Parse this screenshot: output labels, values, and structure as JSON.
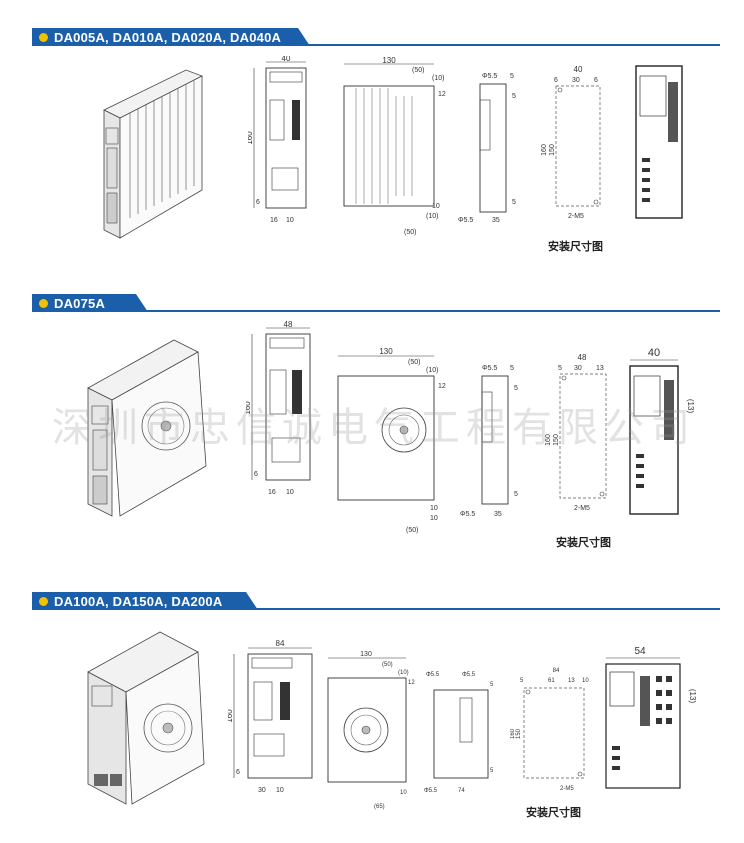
{
  "sections": [
    {
      "title": "DA005A, DA010A, DA020A, DA040A",
      "caption": "安装尺寸图",
      "front": {
        "width": "40",
        "height": "160",
        "bottom": "6",
        "offsets": [
          "16",
          "10"
        ]
      },
      "side": {
        "depth": "130",
        "top": "(50)",
        "r1": "(10)",
        "r2": "12",
        "bottom": "(50)",
        "b1": "10",
        "b2": "(10)"
      },
      "mount": {
        "hole": "Φ5.5",
        "a": "5",
        "b": "5",
        "foot": "Φ5.5",
        "depth": "35",
        "c": "5"
      },
      "plate": {
        "width": "40",
        "a": "6",
        "b": "30",
        "c": "6",
        "h1": "160",
        "h2": "150",
        "bolts": "2-M5"
      }
    },
    {
      "title": "DA075A",
      "caption": "安装尺寸图",
      "front": {
        "width": "48",
        "height": "160",
        "bottom": "6",
        "offsets": [
          "16",
          "10"
        ]
      },
      "side": {
        "depth": "130",
        "top": "(50)",
        "r1": "(10)",
        "r2": "12",
        "bottom": "(50)",
        "b1": "10",
        "b2": "10"
      },
      "mount": {
        "hole": "Φ5.5",
        "a": "5",
        "b": "5",
        "foot": "Φ5.5",
        "depth": "35",
        "c": "5"
      },
      "plate": {
        "width": "48",
        "a": "5",
        "b": "30",
        "c": "13",
        "h1": "160",
        "h2": "150",
        "bolts": "2-M5"
      },
      "rear": {
        "width": "40",
        "right": "(13)"
      }
    },
    {
      "title": "DA100A, DA150A, DA200A",
      "caption": "安装尺寸图",
      "front": {
        "width": "84",
        "height": "160",
        "bottom": "6",
        "offsets": [
          "30",
          "10"
        ]
      },
      "side": {
        "depth": "130",
        "top": "(50)",
        "r1": "(10)",
        "r2": "12",
        "bottom": "(65)",
        "b1": "10"
      },
      "mount": {
        "hole": "Φ5.5",
        "a": "Φ5.5",
        "b": "5",
        "foot": "Φ5.5",
        "depth": "74",
        "c": "5"
      },
      "plate": {
        "width": "84",
        "a": "5",
        "b": "61",
        "c": "13",
        "d": "10",
        "h1": "160",
        "h2": "150",
        "bolts": "2-M5"
      },
      "rear": {
        "width": "54",
        "right": "(13)"
      }
    }
  ],
  "watermark": "深圳市忠信诚电气工程有限公司"
}
